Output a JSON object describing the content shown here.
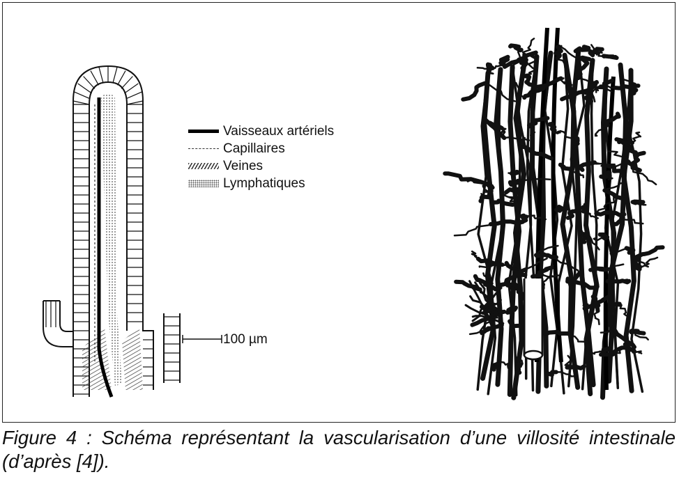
{
  "figure": {
    "legend": [
      {
        "key": "arterial",
        "label": "Vaisseaux artériels"
      },
      {
        "key": "capillary",
        "label": "Capillaires"
      },
      {
        "key": "vein",
        "label": "Veines"
      },
      {
        "key": "lymphatic",
        "label": "Lymphatiques"
      }
    ],
    "scale_label": "100 µm",
    "caption": "Figure 4 : Schéma représentant la vascularisation d’une villosité intestinale (d’après [4])."
  },
  "colors": {
    "ink": "#111111",
    "background": "#ffffff"
  }
}
